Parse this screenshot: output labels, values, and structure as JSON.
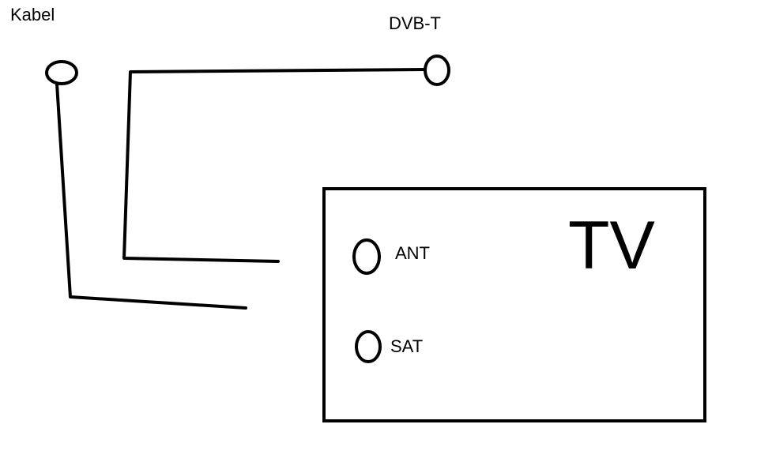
{
  "labels": {
    "kabel": "Kabel",
    "dvbt": "DVB-T",
    "ant": "ANT",
    "sat": "SAT",
    "tv": "TV"
  },
  "colors": {
    "stroke": "#000000",
    "background": "#ffffff"
  }
}
